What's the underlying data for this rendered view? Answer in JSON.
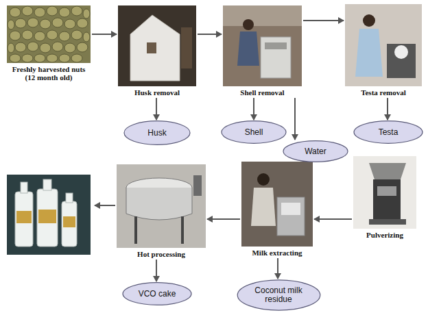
{
  "diagram": {
    "nodes": [
      {
        "text": [
          "Freshly harvested nuts (12 month old)"
        ]
      },
      {
        "text": [
          "Husk removal"
        ]
      },
      {
        "text": [
          "Shell removal"
        ]
      },
      {
        "text": [
          "Testa removal"
        ]
      },
      {
        "text": [
          "Husk"
        ]
      },
      {
        "text": [
          "Shell"
        ]
      },
      {
        "text": [
          "Testa"
        ]
      },
      {
        "text": [
          "Water"
        ]
      },
      {
        "text": [
          "Pulverizing"
        ]
      },
      {
        "text": [
          "Milk extracting"
        ]
      },
      {
        "text": [
          "Hot processing"
        ]
      },
      {
        "text": [
          "VCO cake"
        ]
      },
      {
        "text": [
          "Coconut milk residue"
        ]
      }
    ],
    "edges": [
      {
        "from": 0,
        "to": 1,
        "arrow": "to"
      },
      {
        "from": 1,
        "to": 2,
        "arrow": "to"
      },
      {
        "from": 2,
        "to": 3,
        "arrow": "to"
      },
      {
        "from": 1,
        "to": 4,
        "arrow": "to"
      },
      {
        "from": 2,
        "to": 5,
        "arrow": "to"
      },
      {
        "from": 2,
        "to": 7,
        "arrow": "to"
      },
      {
        "from": 3,
        "to": 6,
        "arrow": "to"
      },
      {
        "from": 8,
        "to": 9,
        "arrow": "to"
      },
      {
        "from": 9,
        "to": 10,
        "arrow": "to"
      },
      {
        "from": 10,
        "to": 11,
        "arrow": "to"
      },
      {
        "from": 9,
        "to": 12,
        "arrow": "to"
      }
    ]
  }
}
